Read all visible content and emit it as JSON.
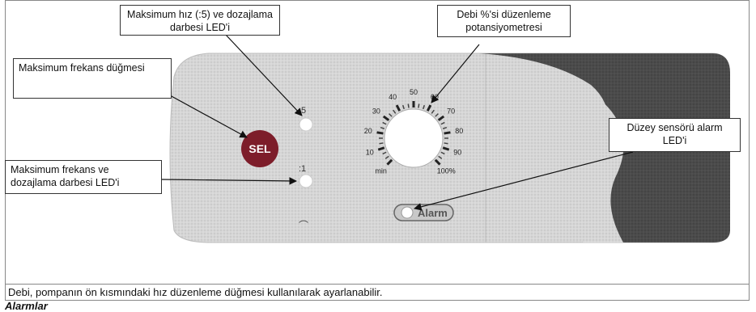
{
  "callouts": {
    "max_speed_led": "Maksimum hız (:5) ve dozajlama darbesi LED'i",
    "flow_pot": "Debi %'si düzenleme potansiyometresi",
    "max_freq_button": "Maksimum frekans düğmesi",
    "level_alarm_led": "Düzey sensörü alarm LED'i",
    "max_freq_led": "Maksimum frekans ve dozajlama darbesi LED'i"
  },
  "panel": {
    "sel_label": "SEL",
    "led_top_label": ":5",
    "led_bottom_label": ":1",
    "alarm_label": "Alarm",
    "dial_ticks": [
      "min",
      "10",
      "20",
      "30",
      "40",
      "50",
      "60",
      "70",
      "80",
      "90",
      "100%"
    ]
  },
  "caption": "Debi, pompanın ön kısmındaki hız düzenleme düğmesi kullanılarak ayarlanabilir.",
  "section_title": "Alarmlar",
  "colors": {
    "panel": "#d9d9d9",
    "dark_shape": "#4a4a4a",
    "sel_button": "#7d1d2a",
    "alarm_pill": "#c8c8c8"
  }
}
